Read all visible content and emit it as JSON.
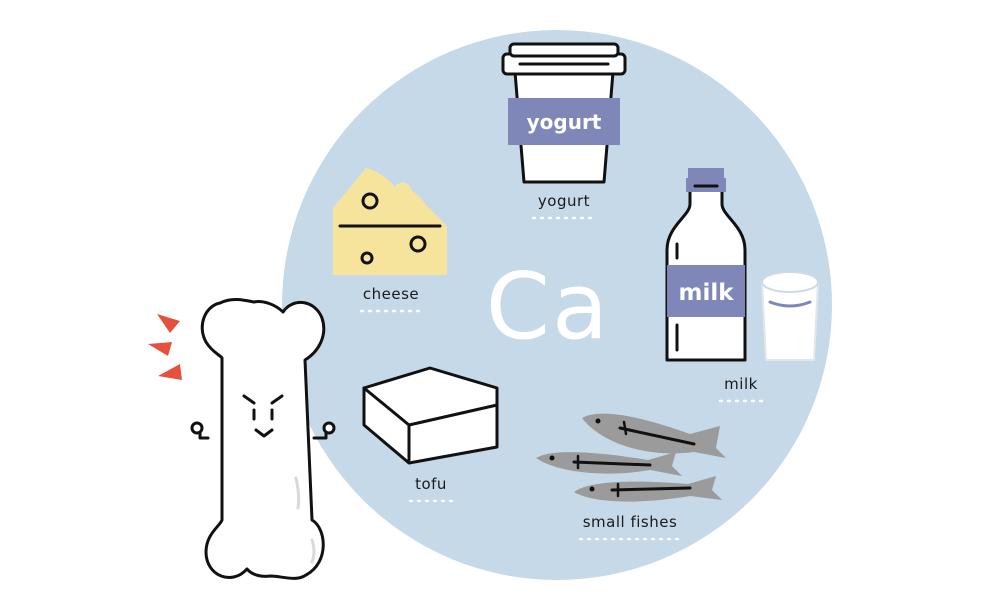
{
  "center_symbol": "Ca",
  "foods": {
    "yogurt": {
      "label": "yogurt",
      "package_text": "yogurt"
    },
    "cheese": {
      "label": "cheese"
    },
    "milk": {
      "label": "milk",
      "package_text": "milk"
    },
    "tofu": {
      "label": "tofu"
    },
    "fishes": {
      "label": "small fishes"
    }
  },
  "colors": {
    "circle": "#c5d9e8",
    "package_band": "#7f86b8",
    "cheese": "#f6e49c",
    "fish": "#9b9b9b",
    "alert": "#e6513e"
  },
  "icons": [
    "bone-character-icon",
    "alert-marks-icon",
    "yogurt-cup-icon",
    "cheese-wedge-icon",
    "milk-bottle-icon",
    "milk-glass-icon",
    "tofu-block-icon",
    "fish-icon"
  ]
}
